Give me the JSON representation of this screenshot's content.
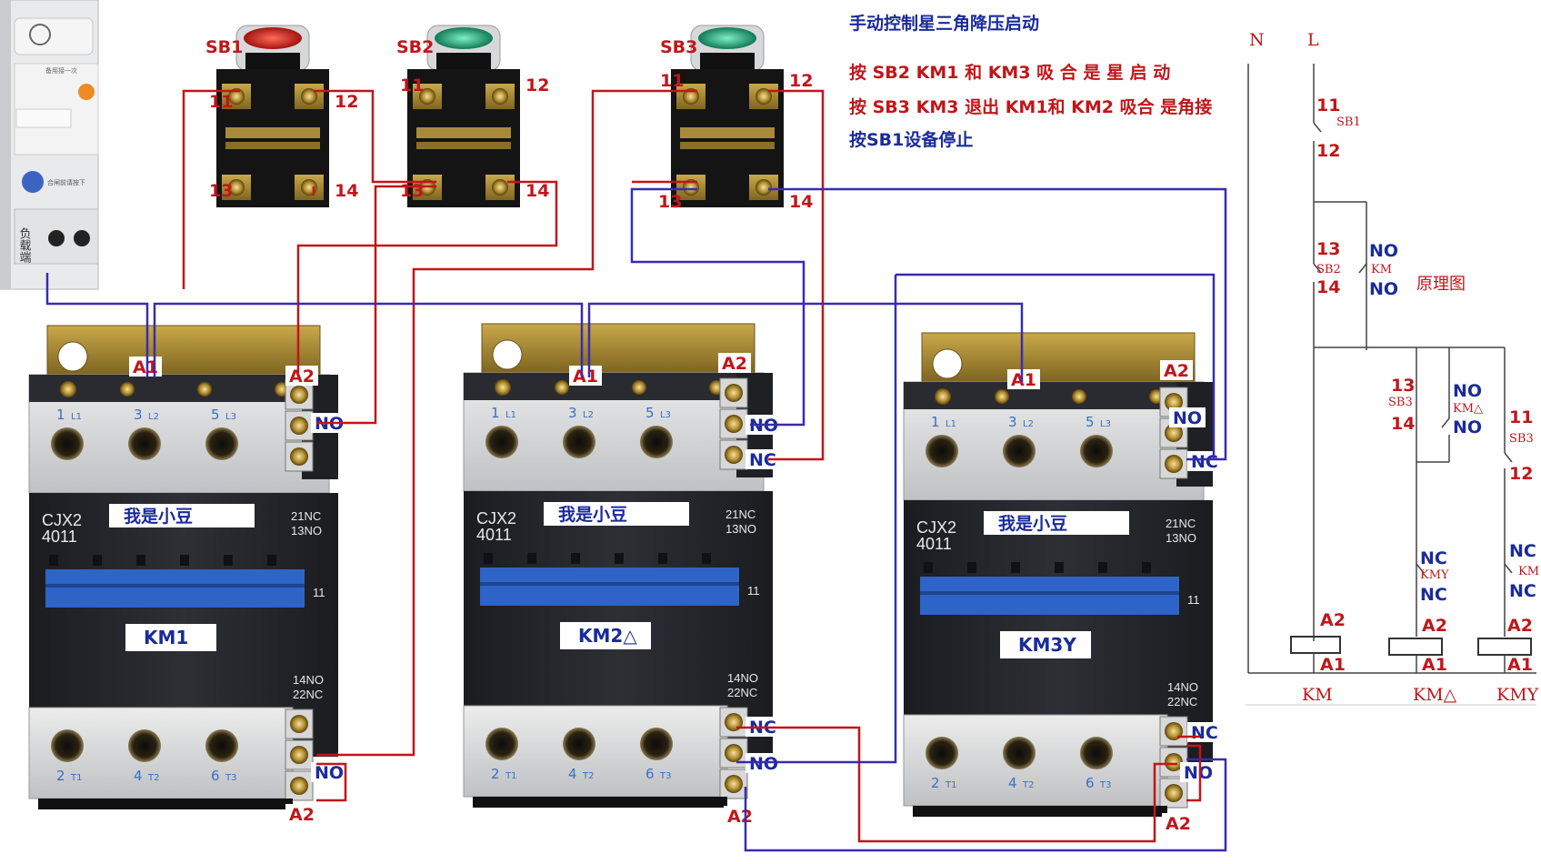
{
  "colors": {
    "red_wire": "#c0161a",
    "blue_wire": "#3a2bb0",
    "label_red": "#c0161a",
    "label_blue": "#1a2b9b",
    "contactor_body": "#24262b",
    "contactor_top": "#d9dadc",
    "copper": "#a9892e"
  },
  "breaker": {
    "text_load": "负载端",
    "text_small1": "备用接一次",
    "text_small2": "合闸前请按下"
  },
  "buttons": [
    {
      "name": "SB1",
      "color": "red",
      "terminals": [
        "11",
        "12",
        "13",
        "14"
      ]
    },
    {
      "name": "SB2",
      "color": "green",
      "terminals": [
        "11",
        "12",
        "13",
        "14"
      ]
    },
    {
      "name": "SB3",
      "color": "green",
      "terminals": [
        "11",
        "12",
        "13",
        "14"
      ]
    }
  ],
  "contactors": [
    {
      "tag": "KM1",
      "model_line1": "CJX2",
      "model_line2": "4011",
      "sticker": "我是小豆",
      "top_term": [
        "A1",
        "A2",
        "NO"
      ],
      "bot_term": [
        "NO",
        "A2"
      ],
      "pins_top": [
        "1",
        "L1",
        "3",
        "L2",
        "5",
        "L3"
      ],
      "pins_bot": [
        "2",
        "T1",
        "4",
        "T2",
        "6",
        "T3"
      ],
      "aux_top": [
        "21NC",
        "13NO"
      ],
      "aux_bot": [
        "14NO",
        "22NC"
      ],
      "side_num": "11"
    },
    {
      "tag": "KM2△",
      "model_line1": "CJX2",
      "model_line2": "4011",
      "sticker": "我是小豆",
      "top_term": [
        "A1",
        "A2",
        "NO",
        "NC"
      ],
      "bot_term": [
        "NC",
        "NO",
        "A2"
      ],
      "pins_top": [
        "1",
        "L1",
        "3",
        "L2",
        "5",
        "L3"
      ],
      "pins_bot": [
        "2",
        "T1",
        "4",
        "T2",
        "6",
        "T3"
      ],
      "aux_top": [
        "21NC",
        "13NO"
      ],
      "aux_bot": [
        "14NO",
        "22NC"
      ],
      "side_num": "11"
    },
    {
      "tag": "KM3Y",
      "model_line1": "CJX2",
      "model_line2": "4011",
      "sticker": "我是小豆",
      "top_term": [
        "A1",
        "A2",
        "NO",
        "NC"
      ],
      "bot_term": [
        "NC",
        "NO",
        "A2"
      ],
      "pins_top": [
        "1",
        "L1",
        "3",
        "L2",
        "5",
        "L3"
      ],
      "pins_bot": [
        "2",
        "T1",
        "4",
        "T2",
        "6",
        "T3"
      ],
      "aux_top": [
        "21NC",
        "13NO"
      ],
      "aux_bot": [
        "14NO",
        "22NC"
      ],
      "side_num": "11"
    }
  ],
  "instructions": {
    "title": "手动控制星三角降压启动",
    "line1": "按 SB2 KM1 和 KM3 吸 合 是 星 启 动",
    "line2": "按 SB3 KM3 退出 KM1和 KM2 吸合 是角接",
    "line3": "按SB1设备停止"
  },
  "schematic": {
    "title": "原理图",
    "N": "N",
    "L": "L",
    "sb1": {
      "t11": "11",
      "name": "SB1",
      "t12": "12"
    },
    "sb2": {
      "t13": "13",
      "name": "SB2",
      "t14": "14",
      "no1": "NO",
      "km": "KM",
      "no2": "NO"
    },
    "sb3a": {
      "t13": "13",
      "name": "SB3",
      "t14": "14",
      "no1": "NO",
      "km": "KM△",
      "no2": "NO"
    },
    "sb3b": {
      "t11": "11",
      "name": "SB3",
      "t12": "12"
    },
    "interlock1": {
      "nc1": "NC",
      "km": "KMY",
      "nc2": "NC"
    },
    "interlock2": {
      "nc1": "NC",
      "km": "KM",
      "nc2": "NC"
    },
    "coils": [
      {
        "a2": "A2",
        "a1": "A1",
        "name": "KM"
      },
      {
        "a2": "A2",
        "a1": "A1",
        "name": "KM△"
      },
      {
        "a2": "A2",
        "a1": "A1",
        "name": "KMY"
      }
    ]
  }
}
